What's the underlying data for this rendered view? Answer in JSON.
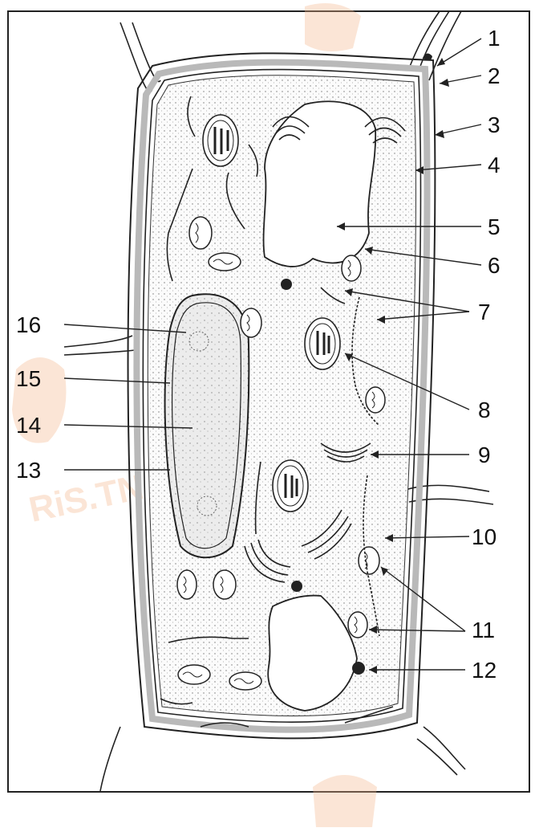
{
  "labels_right": [
    "1",
    "2",
    "3",
    "4",
    "5",
    "6",
    "7",
    "8",
    "9",
    "10",
    "11",
    "12"
  ],
  "labels_left": [
    "16",
    "15",
    "14",
    "13"
  ],
  "colors": {
    "ink": "#111111",
    "wall_fill": "#b9b9b9",
    "cytoplasm": "#f4f4f4",
    "watermark": "#f6c9a6"
  },
  "watermark_text": "RiS.TN"
}
